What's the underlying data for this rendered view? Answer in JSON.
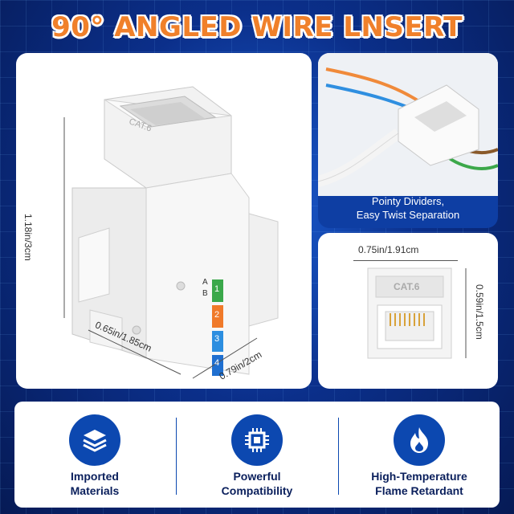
{
  "title": "90° ANGLED WIRE LNSERT",
  "main": {
    "height_label": "1.18in/3cm",
    "depth_label": "0.65in/1.85cm",
    "width_label": "0.79in/2cm",
    "jack_text": "CAT.6",
    "pin_labels_a": "A",
    "pin_labels_b": "B",
    "pins": [
      "1",
      "2",
      "3",
      "4"
    ],
    "pin_colors": [
      "#3aa84a",
      "#f07a2a",
      "#2c8ee0",
      "#1f6fd0"
    ]
  },
  "top_right": {
    "caption_line1": "Pointy Dividers,",
    "caption_line2": "Easy Twist Separation"
  },
  "mid_right": {
    "width_label": "0.75in/1.91cm",
    "height_label": "0.59in/1.5cm",
    "jack_text": "CAT.6"
  },
  "features": [
    {
      "icon": "layers-icon",
      "line1": "Imported",
      "line2": "Materials"
    },
    {
      "icon": "chip-icon",
      "line1": "Powerful",
      "line2": "Compatibility"
    },
    {
      "icon": "flame-icon",
      "line1": "High-Temperature",
      "line2": "Flame Retardant"
    }
  ],
  "colors": {
    "title": "#f0802a",
    "accent": "#0c48b0",
    "background": "#0b2f8a"
  }
}
